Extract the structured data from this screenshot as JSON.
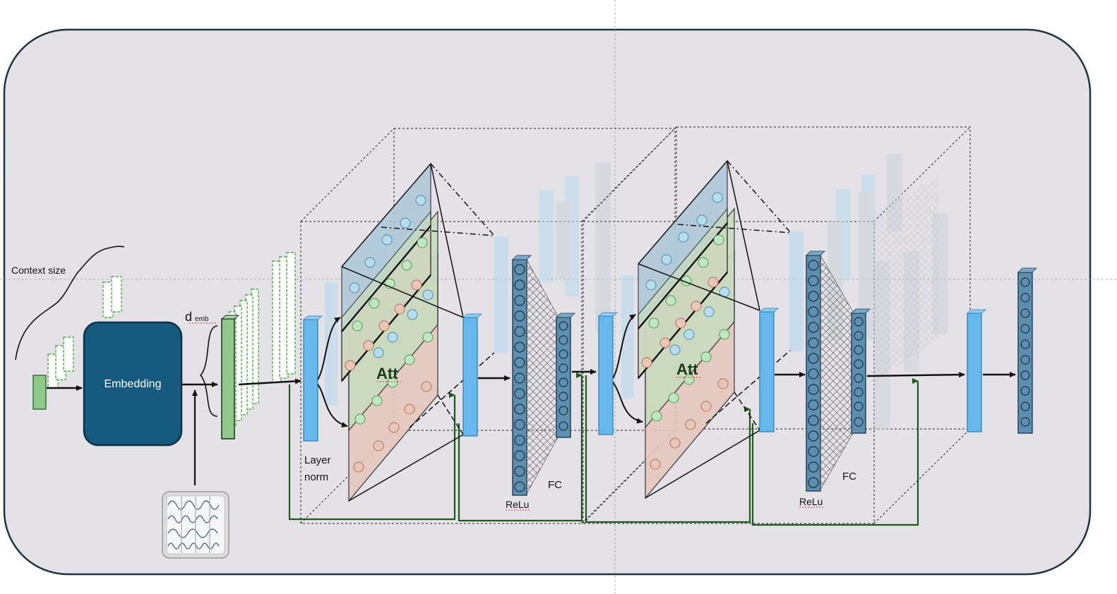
{
  "labels": {
    "context_size": "Context size",
    "embedding": "Embedding",
    "d_emb_main": "d",
    "d_emb_sub": "emb",
    "att_block1": "Att",
    "att_block2": "Att",
    "layer_norm_line1": "Layer",
    "layer_norm_line2": "norm",
    "relu_block1": "ReLu",
    "fc_block1": "FC",
    "relu_block2": "ReLu",
    "fc_block2": "FC"
  },
  "colors": {
    "background_panel": "#e4e2e6",
    "panel_border": "#1f3442",
    "embedding_box": "#175a80",
    "green_vector": "#8ec98a",
    "layer_norm_blue": "#66b8ec",
    "neuron_column": "#5d8fb0",
    "residual_line": "#1d5a1d"
  }
}
